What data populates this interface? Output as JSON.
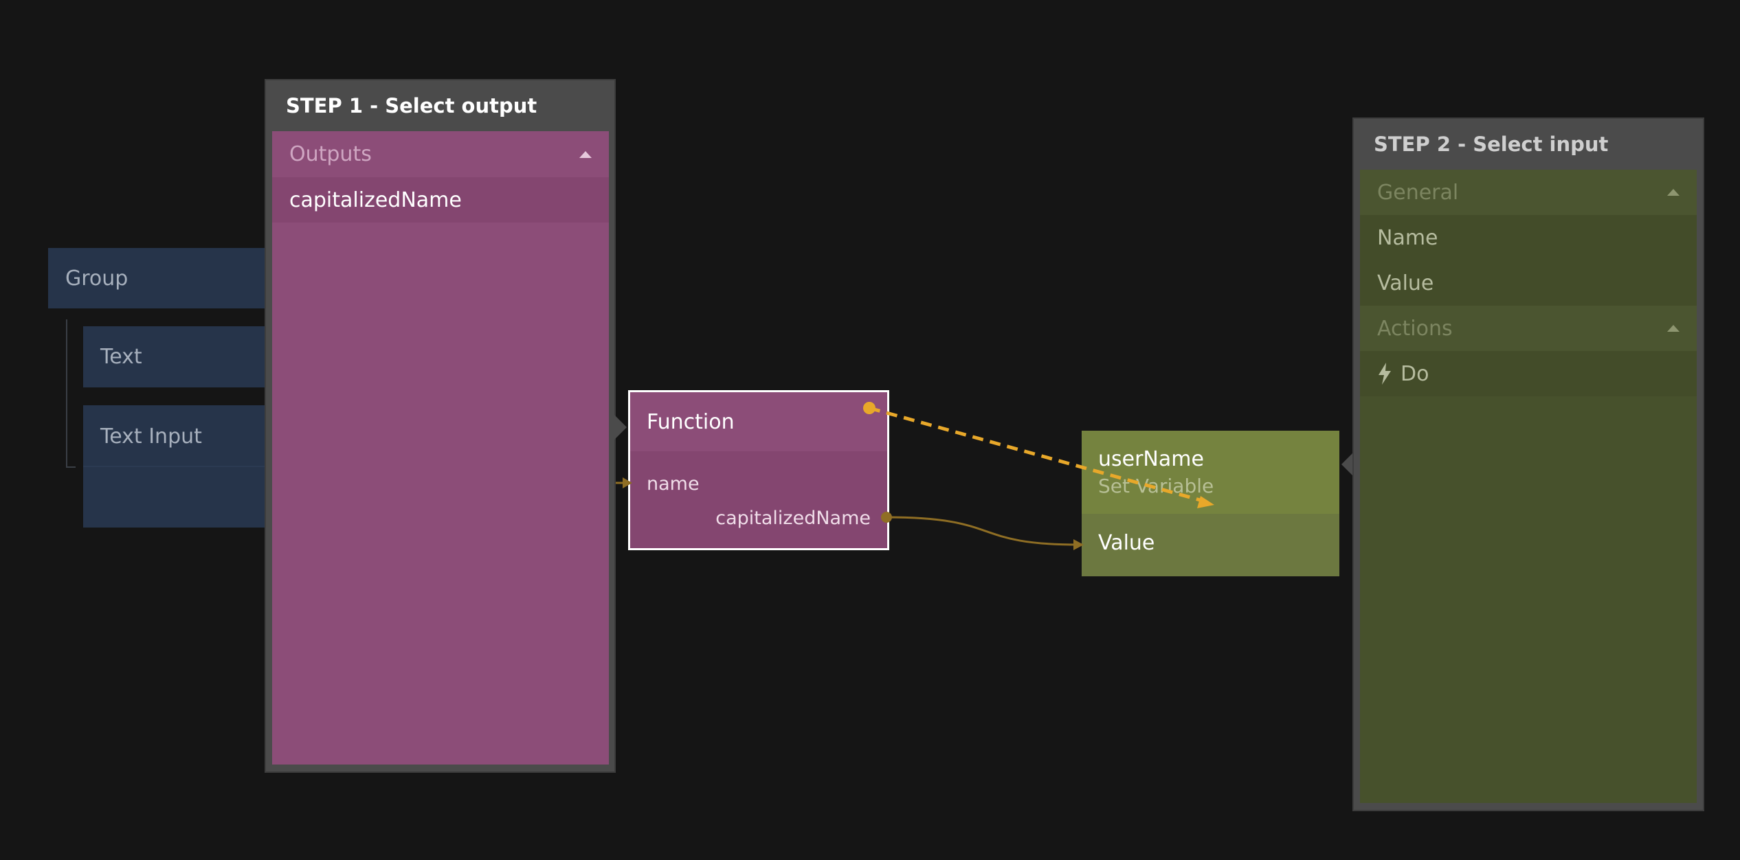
{
  "tree": {
    "group": "Group",
    "text": "Text",
    "text_input": "Text Input"
  },
  "step1": {
    "title": "STEP 1 - Select output",
    "section": "Outputs",
    "items": [
      "capitalizedName"
    ]
  },
  "function_node": {
    "title": "Function",
    "input": "name",
    "output": "capitalizedName"
  },
  "var_node": {
    "title": "userName",
    "subtitle": "Set Variable",
    "port": "Value"
  },
  "step2": {
    "title": "STEP 2 - Select input",
    "sections": [
      {
        "label": "General",
        "items": [
          "Name",
          "Value"
        ]
      },
      {
        "label": "Actions",
        "items": [
          "Do"
        ]
      }
    ]
  },
  "colors": {
    "wire_data": "#8f6e24",
    "wire_drag": "#e8a82a",
    "step1_accent": "#8c4d78",
    "step2_accent": "#47512c",
    "tree_node": "#26344a"
  }
}
